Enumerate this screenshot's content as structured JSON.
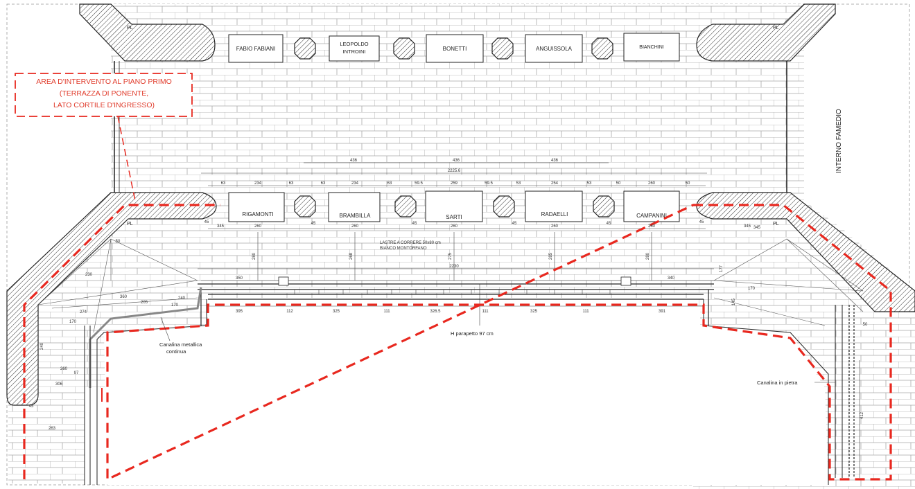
{
  "drawing": {
    "colors": {
      "red_boundary": "#e8281f",
      "wall_line": "#222222",
      "brick": "#9a9a9a",
      "hatch": "#333333"
    },
    "top_plaques": [
      "FABIO FABIANI",
      "LEOPOLDO INTROINI",
      "BONETTI",
      "ANGUISSOLA",
      "BIANCHINI"
    ],
    "bottom_plaques": [
      "RIGAMONTI",
      "BRAMBILLA",
      "SARTI",
      "RADAELLI",
      "CAMPANINI"
    ],
    "area_label": [
      "AREA D'INTERVENTO AL PIANO PRIMO",
      "(TERRAZZA DI PONENTE,",
      "LATO CORTILE D'INGRESSO)"
    ],
    "interno_famedio": "INTERNO FAMEDIO",
    "pl_marks": [
      "PL",
      "PL",
      "PL",
      "PL"
    ],
    "lastre_note": [
      "LASTRE A CORRERE 50x80 cm",
      "BIANCO MONTORFANO"
    ],
    "h_parapetto": "H parapetto 97 cm",
    "canalina_metallica": [
      "Canalina metallica",
      "continua"
    ],
    "canalina_pietra": "Canalina in pietra",
    "dims": {
      "top_row": [
        "436",
        "436",
        "436"
      ],
      "overall": "2225.6",
      "upper_segments": [
        "63",
        "234",
        "63",
        "63",
        "234",
        "63",
        "59.5",
        "259",
        "59.5",
        "53",
        "254",
        "53",
        "50",
        "260",
        "50"
      ],
      "inner_segments": [
        "345",
        "260",
        "260",
        "260",
        "260",
        "260",
        "345"
      ],
      "verticals": [
        "280",
        "268",
        "275",
        "285",
        "280"
      ],
      "long_span": "2230",
      "side_spans": [
        "350",
        "340"
      ],
      "bottom_segments": [
        "395",
        "112",
        "325",
        "111",
        "326.5",
        "111",
        "325",
        "111",
        "391"
      ],
      "left_misc": [
        "260",
        "97",
        "306",
        "240",
        "274",
        "170",
        "50",
        "230",
        "360",
        "205",
        "170",
        "240",
        "263"
      ],
      "right_misc": [
        "177",
        "412",
        "50",
        "145",
        "170",
        "345"
      ],
      "small_45": [
        "45",
        "45",
        "45",
        "45",
        "45",
        "45",
        "45"
      ]
    }
  }
}
